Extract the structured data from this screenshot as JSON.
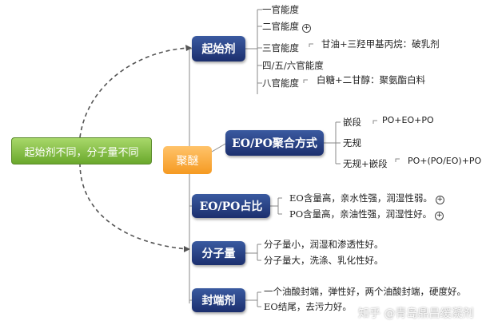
{
  "root": "起始剂不同，分子量不同",
  "center": "聚醚",
  "branches": {
    "initiator": {
      "label": "起始剂",
      "items": [
        "一官能度",
        "二官能度",
        "三官能度",
        "四/五/六官能度",
        "八官能度"
      ],
      "sub3": "甘油+三羟甲基丙烷：破乳剂",
      "sub8": "白糖+二甘醇：聚氨酯白料"
    },
    "polymerization": {
      "label": "EO/PO聚合方式",
      "items": [
        "嵌段",
        "无规",
        "无规+嵌段"
      ],
      "sub1": "PO+EO+PO",
      "sub3": "PO+(PO/EO)+PO"
    },
    "ratio": {
      "label": "EO/PO占比",
      "items": [
        "EO含量高，亲水性强，润湿性弱。",
        "PO含量高，亲油性强，润湿性好。"
      ]
    },
    "mw": {
      "label": "分子量",
      "items": [
        "分子量小，润湿和渗透性好。",
        "分子量大，洗涤、乳化性好。"
      ]
    },
    "endcap": {
      "label": "封端剂",
      "items": [
        "一个油酸封端，弹性好，两个油酸封端，硬度好。",
        "EO结尾，去污力好。"
      ]
    }
  },
  "plus": "+",
  "watermark": "知乎 @青岛鼎昌缓凝剂"
}
